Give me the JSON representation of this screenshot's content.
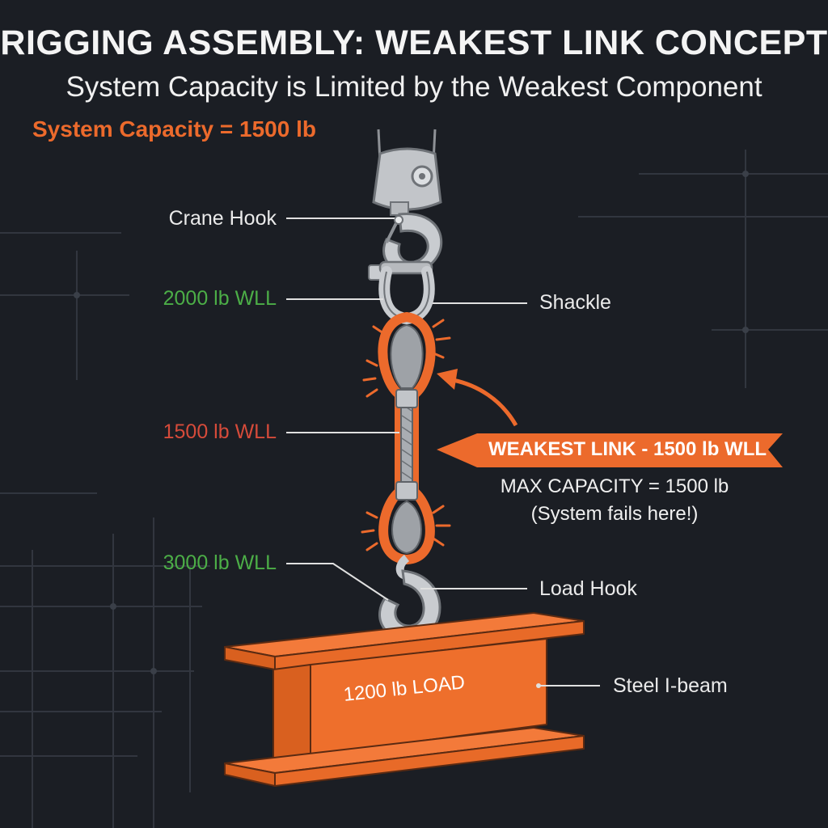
{
  "title": "RIGGING ASSEMBLY: WEAKEST LINK CONCEPT",
  "subtitle": "System Capacity is Limited by the Weakest Component",
  "system_capacity": "System Capacity = 1500 lb",
  "components": {
    "crane_hook": "Crane Hook",
    "shackle": "Shackle",
    "load_hook": "Load Hook",
    "steel_beam": "Steel I-beam"
  },
  "ratings": {
    "shackle_wll": "2000 lb WLL",
    "sling_wll": "1500 lb WLL",
    "load_hook_wll": "3000 lb WLL"
  },
  "weakest_link": {
    "banner": "WEAKEST LINK - 1500 lb WLL",
    "max_capacity": "MAX CAPACITY = 1500 lb",
    "note": "(System fails here!)"
  },
  "load": "1200 lb LOAD",
  "colors": {
    "background": "#1b1e24",
    "accent_orange": "#ec6a2c",
    "ok_green": "#4cae47",
    "warning_red": "#d64b3a",
    "steel_gray": "#b9bcc0"
  }
}
